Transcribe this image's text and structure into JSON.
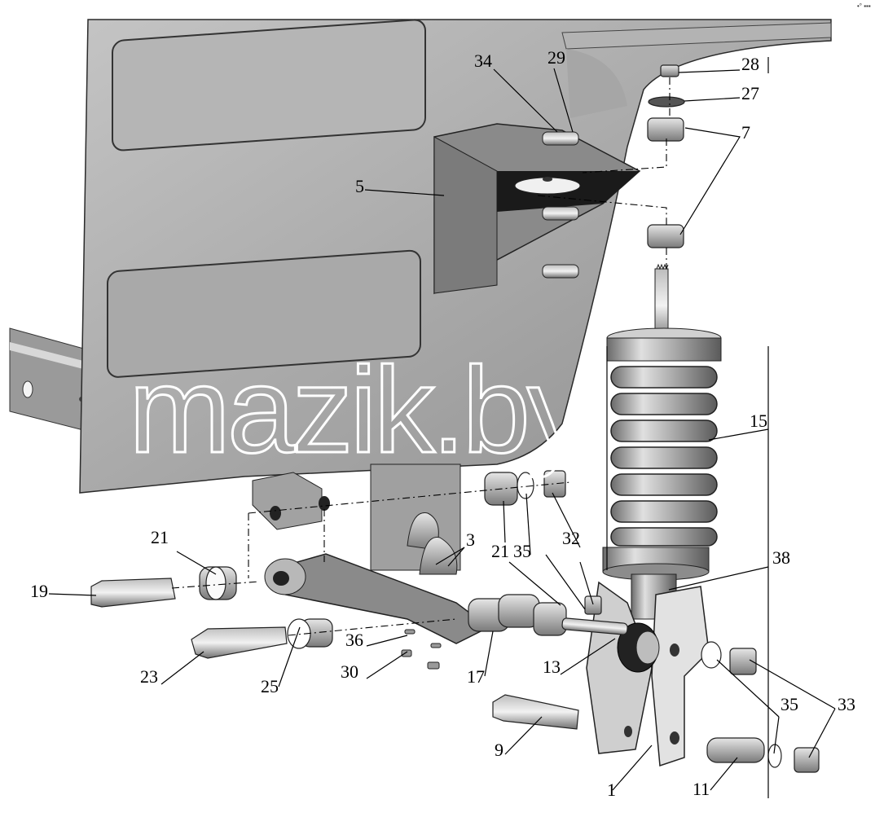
{
  "diagram": {
    "watermark": "mazik.by",
    "corner_mark": "•° ▪▪▪",
    "callouts": [
      {
        "id": "c1",
        "label": "1"
      },
      {
        "id": "c3",
        "label": "3"
      },
      {
        "id": "c5",
        "label": "5"
      },
      {
        "id": "c7",
        "label": "7"
      },
      {
        "id": "c9",
        "label": "9"
      },
      {
        "id": "c11",
        "label": "11"
      },
      {
        "id": "c13",
        "label": "13"
      },
      {
        "id": "c15",
        "label": "15"
      },
      {
        "id": "c17",
        "label": "17"
      },
      {
        "id": "c19",
        "label": "19"
      },
      {
        "id": "c21a",
        "label": "21"
      },
      {
        "id": "c21b",
        "label": "21"
      },
      {
        "id": "c23",
        "label": "23"
      },
      {
        "id": "c25",
        "label": "25"
      },
      {
        "id": "c27",
        "label": "27"
      },
      {
        "id": "c28",
        "label": "28"
      },
      {
        "id": "c29",
        "label": "29"
      },
      {
        "id": "c30",
        "label": "30"
      },
      {
        "id": "c32",
        "label": "32"
      },
      {
        "id": "c33",
        "label": "33"
      },
      {
        "id": "c34",
        "label": "34"
      },
      {
        "id": "c35a",
        "label": "35"
      },
      {
        "id": "c35b",
        "label": "35"
      },
      {
        "id": "c36",
        "label": "36"
      },
      {
        "id": "c38",
        "label": "38"
      }
    ]
  }
}
